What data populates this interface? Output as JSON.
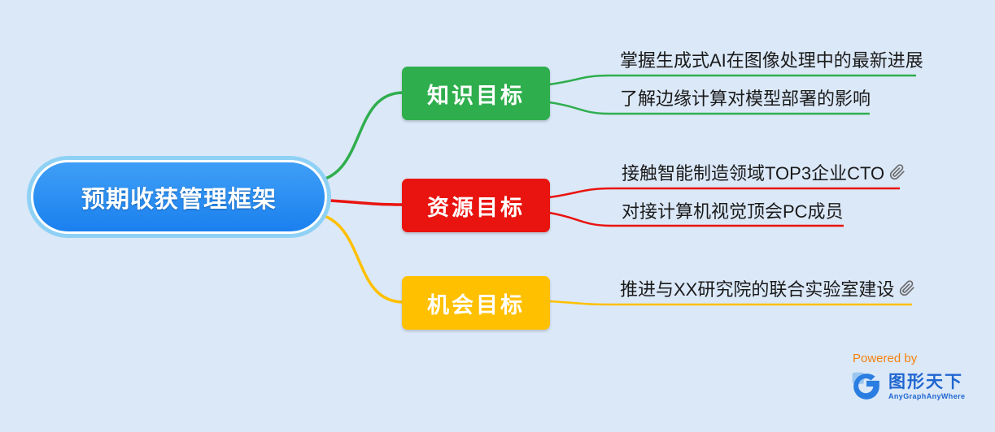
{
  "colors": {
    "background": "#dbe8f8",
    "central": "#1d87f2",
    "central_ring": "#8ed1f5",
    "leaf_text": "#1a1a1a",
    "powered_by": "#f5820b",
    "brand_blue": "#1f66d0"
  },
  "central": {
    "label": "预期收获管理框架"
  },
  "branches": [
    {
      "label": "知识目标",
      "color": "#2fae4d",
      "leaves": [
        {
          "text": "掌握生成式AI在图像处理中的最新进展",
          "attachment": false
        },
        {
          "text": "了解边缘计算对模型部署的影响",
          "attachment": false
        }
      ]
    },
    {
      "label": "资源目标",
      "color": "#e9140f",
      "leaves": [
        {
          "text": "接触智能制造领域TOP3企业CTO",
          "attachment": true
        },
        {
          "text": "对接计算机视觉顶会PC成员",
          "attachment": false
        }
      ]
    },
    {
      "label": "机会目标",
      "color": "#ffc000",
      "leaves": [
        {
          "text": "推进与XX研究院的联合实验室建设",
          "attachment": true
        }
      ]
    }
  ],
  "footer": {
    "powered_by": "Powered by",
    "brand": "图形天下",
    "brand_sub": "AnyGraphAnyWhere"
  }
}
